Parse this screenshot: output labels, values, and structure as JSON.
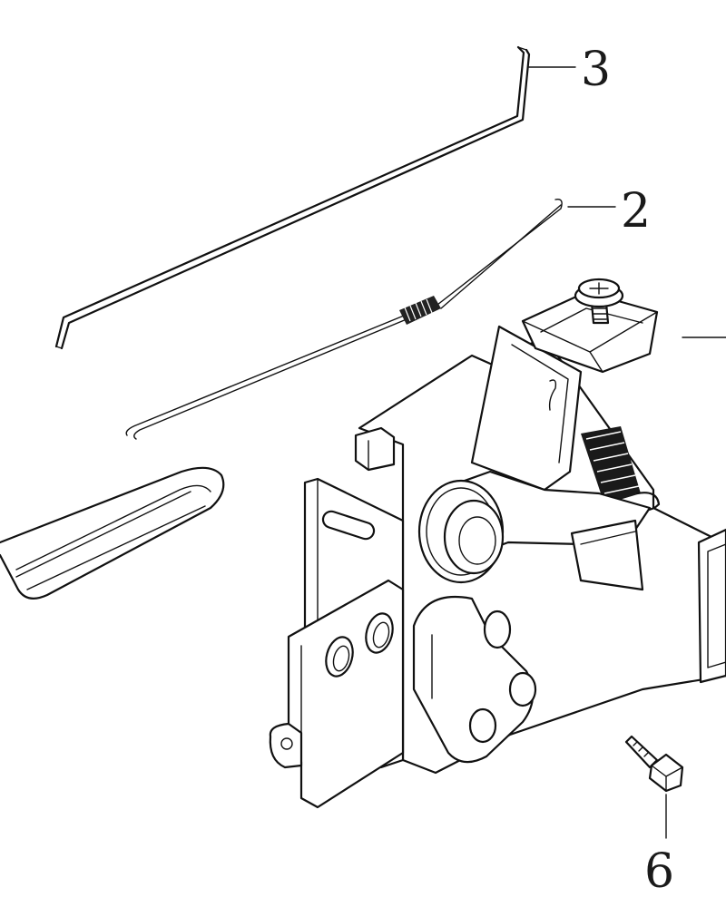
{
  "diagram": {
    "callouts": [
      {
        "id": "part-2",
        "label": "2"
      },
      {
        "id": "part-3",
        "label": "3"
      },
      {
        "id": "part-6",
        "label": "6"
      }
    ]
  },
  "colors": {
    "line": "#111111",
    "background": "#ffffff"
  }
}
